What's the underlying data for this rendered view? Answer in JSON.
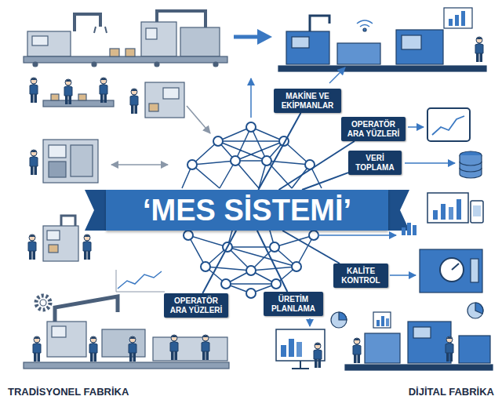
{
  "diagram": {
    "nodes": [
      {
        "text": [
          "‘MES SİSTEMİ’"
        ]
      },
      {
        "text": [
          "MAKİNE VE EKİPMANLAR"
        ]
      },
      {
        "text": [
          "OPERATÖR ARA YÜZLERİ"
        ]
      },
      {
        "text": [
          "VERİ TOPLAMA"
        ]
      },
      {
        "text": [
          "KALİTE KONTROL"
        ]
      },
      {
        "text": [
          "ÜRETİM PLANLAMA"
        ]
      },
      {
        "text": [
          "OPERATÖR ARA YÜZLERİ"
        ]
      }
    ],
    "edges": [
      {
        "from": 0,
        "to": 1,
        "arrow": "none"
      },
      {
        "from": 0,
        "to": 2,
        "arrow": "none"
      },
      {
        "from": 0,
        "to": 3,
        "arrow": "none"
      },
      {
        "from": 0,
        "to": 4,
        "arrow": "none"
      },
      {
        "from": 0,
        "to": 5,
        "arrow": "none"
      },
      {
        "from": 0,
        "to": 6,
        "arrow": "none"
      }
    ],
    "labels": [
      "TRADİSYONEL FABRİKA",
      "DİJİTAL FABRİKA"
    ]
  }
}
